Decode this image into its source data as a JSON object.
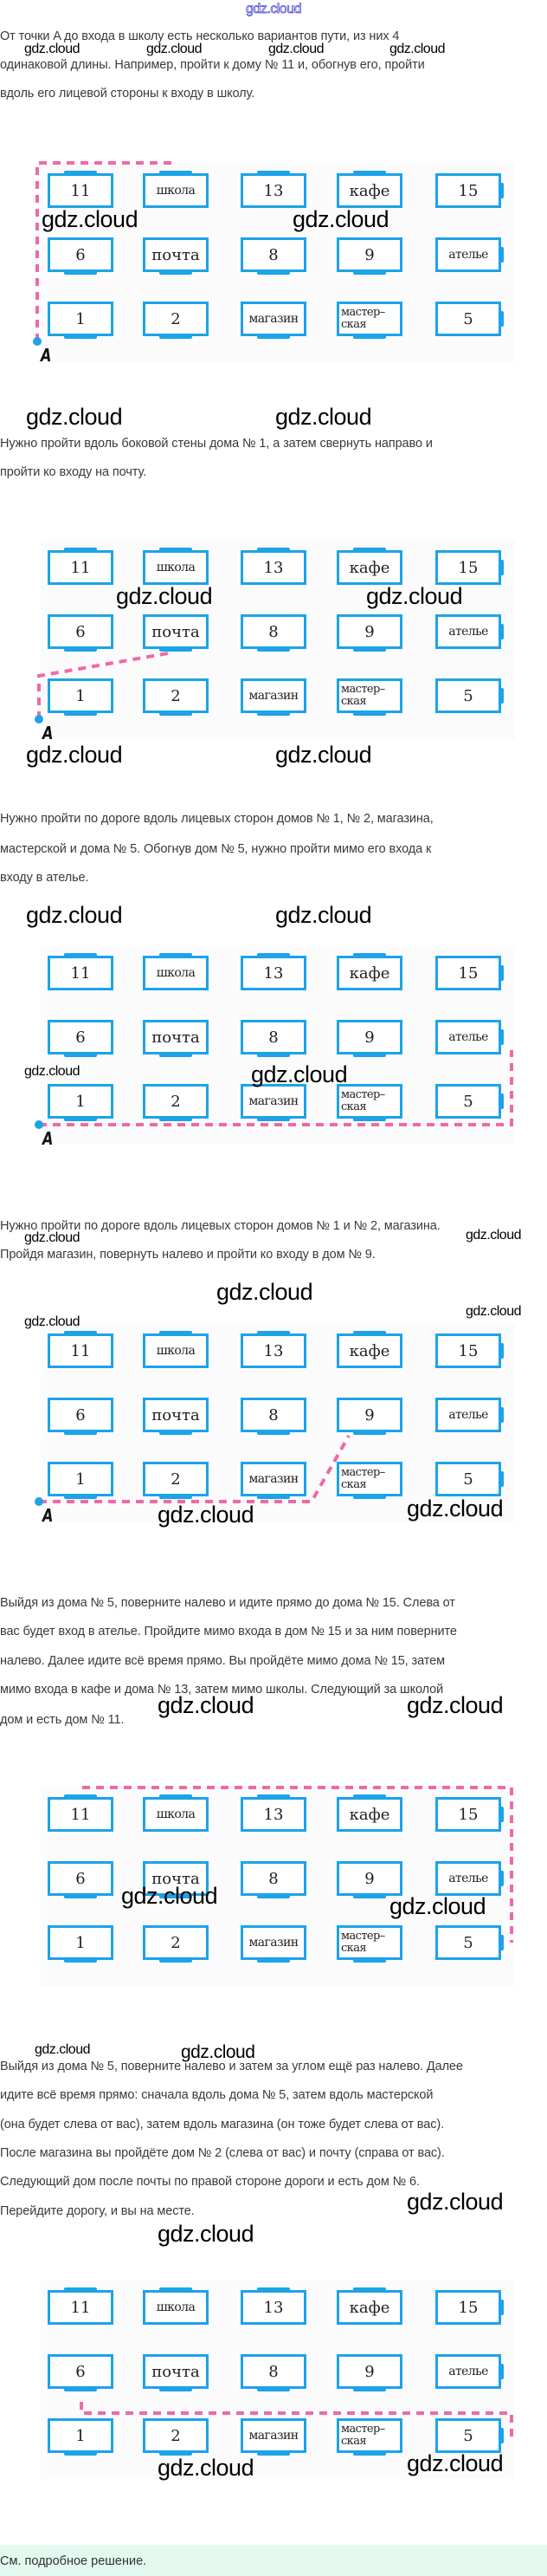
{
  "watermark": "gdz.cloud",
  "houses": [
    [
      "11",
      "школа",
      "13",
      "кафе",
      "15"
    ],
    [
      "6",
      "почта",
      "8",
      "9",
      "ателье"
    ],
    [
      "1",
      "2",
      "магазин",
      "мастер–\nская",
      "5"
    ]
  ],
  "point_label": "A",
  "paragraphs": [
    [
      "От точки A до входа в школу есть несколько вариантов пути, из них 4",
      "одинаковой длины. Например, пройти к дому № 11 и, обогнув его, пройти",
      "вдоль его лицевой стороны к входу в школу."
    ],
    [
      "Нужно пройти вдоль боковой стены дома № 1, а затем свернуть направо и",
      "пройти ко входу на почту."
    ],
    [
      "Нужно пройти по дороге вдоль лицевых сторон домов № 1, № 2, магазина,",
      "мастерской и дома № 5. Обогнув дом № 5, нужно пройти мимо его входа к",
      "входу в ателье."
    ],
    [
      "Нужно пройти по дороге вдоль лицевых сторон домов № 1 и № 2, магазина.",
      "Пройдя магазин, повернуть налево и пройти ко входу в дом № 9."
    ],
    [
      "Выйдя из дома № 5, поверните налево и идите прямо до дома № 15. Слева от",
      "вас будет вход в ателье. Пройдите мимо входа в дом № 15 и за ним поверните",
      "налево. Далее идите всё время прямо. Вы пройдёте мимо дома № 15, затем",
      "мимо входа в кафе и дома № 13, затем мимо школы. Следующий за школой",
      "дом и есть дом № 11."
    ],
    [
      "Выйдя из дома № 5, поверните налево и затем за углом ещё раз налево. Далее",
      "идите всё время прямо: сначала вдоль дома № 5, затем вдоль мастерской",
      "(она будет слева от вас), затем вдоль магазина (он тоже будет слева от вас).",
      "После магазина вы пройдёте дом № 2 (слева от вас) и почту (справа от вас).",
      "Следующий дом после почты по правой стороне дороги и есть дом № 6.",
      "Перейдите дорогу, и вы на месте."
    ]
  ],
  "footer": {
    "text": "См. подробное решение."
  },
  "colors": {
    "house_border": "#1ca3e8",
    "path": "#ee6aa7",
    "footer_bg": "#e3f9ef"
  }
}
